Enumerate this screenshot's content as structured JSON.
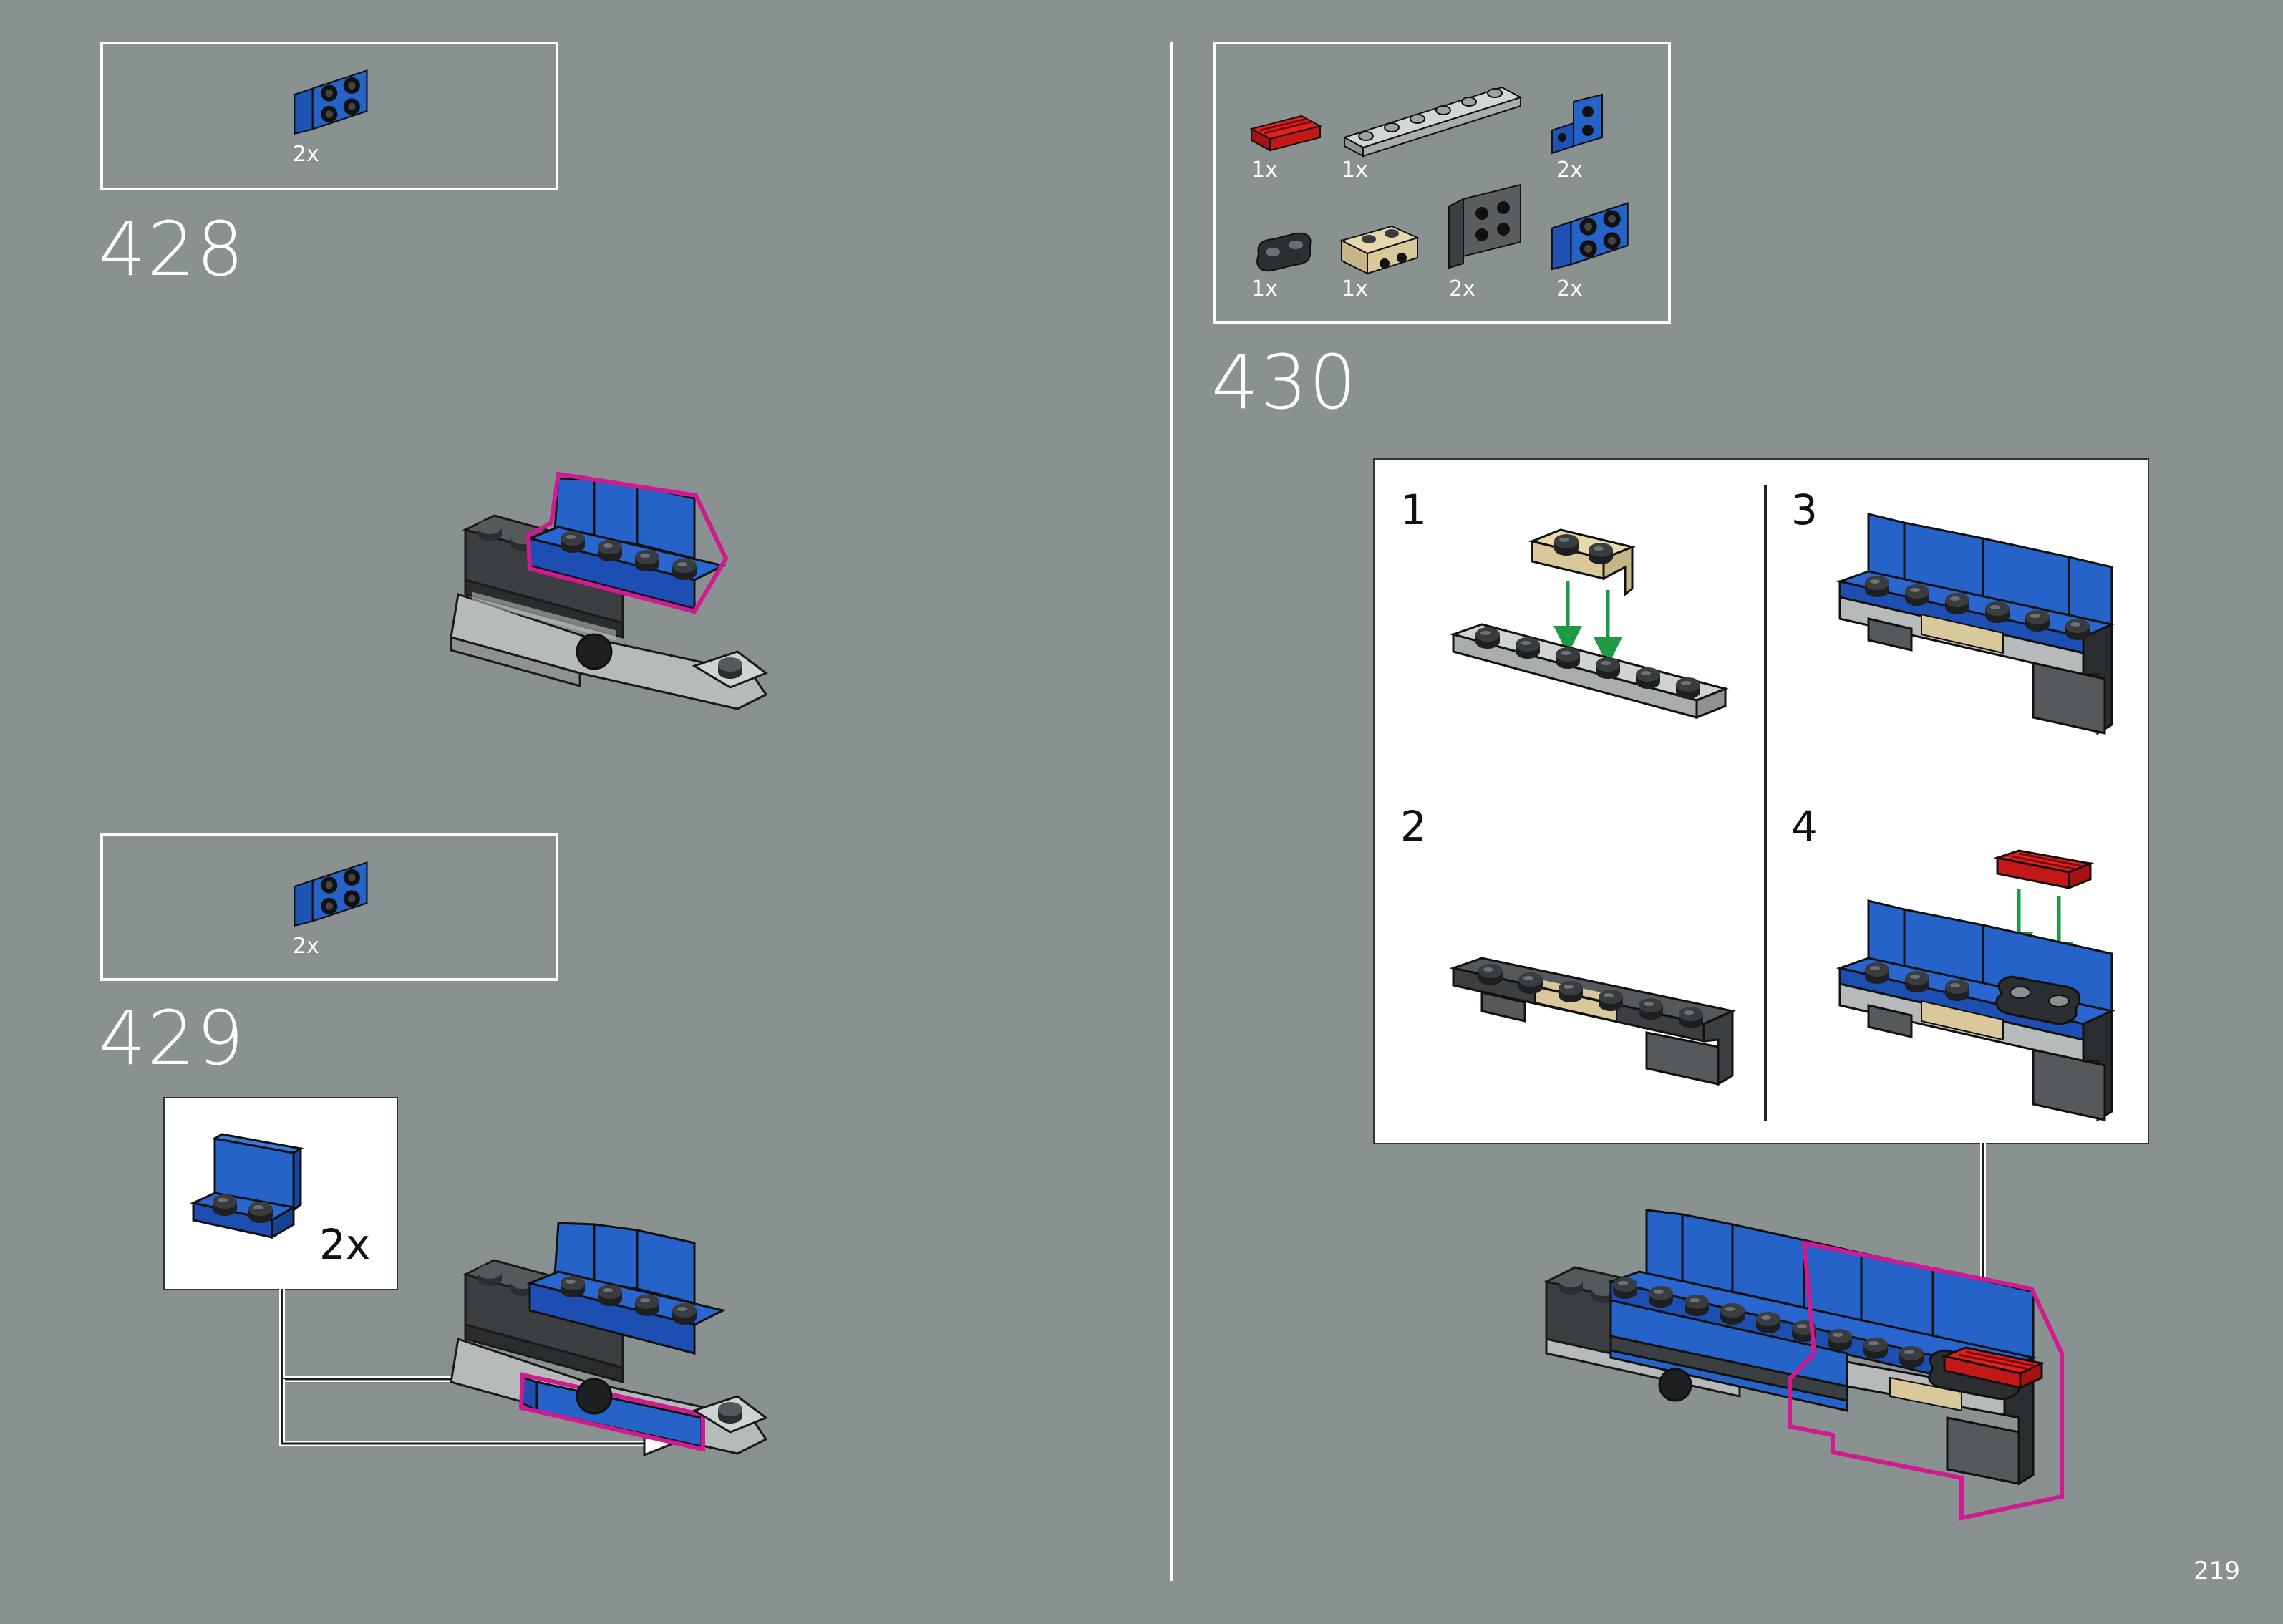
{
  "page_number": "219",
  "colors": {
    "background": "#8a9191",
    "blue": "#2563c9",
    "dark_gray": "#3b3f42",
    "light_gray": "#b7babb",
    "tan": "#d9c89a",
    "red": "#d11a1a",
    "highlight": "#d11a8f",
    "arrow_green": "#1e9a44"
  },
  "steps": [
    {
      "number": "428",
      "parts": [
        {
          "part": "blue-bracket-2x2",
          "count": "2x"
        }
      ]
    },
    {
      "number": "429",
      "parts": [
        {
          "part": "blue-bracket-2x2",
          "count": "2x"
        }
      ],
      "callout": {
        "part": "blue-bracket-1x2",
        "count": "2x"
      }
    },
    {
      "number": "430",
      "parts": [
        {
          "part": "red-tile-grille",
          "count": "1x"
        },
        {
          "part": "light-gray-plate-1x6",
          "count": "1x"
        },
        {
          "part": "blue-bracket-2x2",
          "count": "2x"
        },
        {
          "part": "black-plate-round-ends",
          "count": "1x"
        },
        {
          "part": "tan-bracket-1x2",
          "count": "1x"
        },
        {
          "part": "dark-gray-bracket-2x2",
          "count": "2x"
        },
        {
          "part": "blue-bracket-2x2-inverted",
          "count": "2x"
        }
      ],
      "substeps": [
        {
          "number": "1"
        },
        {
          "number": "2"
        },
        {
          "number": "3"
        },
        {
          "number": "4"
        }
      ]
    }
  ]
}
